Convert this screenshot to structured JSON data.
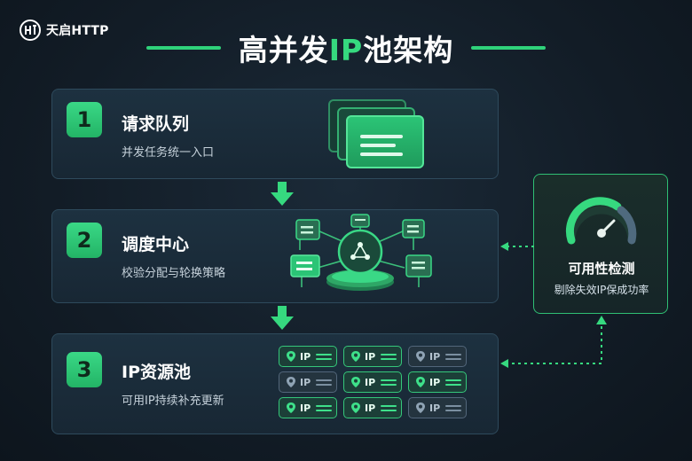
{
  "brand": {
    "name": "天启HTTP"
  },
  "header": {
    "title_main": "高并发",
    "title_highlight": "IP",
    "title_end": "池架构"
  },
  "steps": [
    {
      "number": "1",
      "title": "请求队列",
      "subtitle": "并发任务统一入口"
    },
    {
      "number": "2",
      "title": "调度中心",
      "subtitle": "校验分配与轮换策略"
    },
    {
      "number": "3",
      "title": "IP资源池",
      "subtitle": "可用IP持续补充更新"
    }
  ],
  "monitor": {
    "title": "可用性检测",
    "subtitle": "剔除失效IP保成功率"
  },
  "pool": {
    "label": "IP",
    "cells": [
      {
        "state": "active"
      },
      {
        "state": "active"
      },
      {
        "state": "inactive"
      },
      {
        "state": "inactive"
      },
      {
        "state": "active"
      },
      {
        "state": "active"
      },
      {
        "state": "active"
      },
      {
        "state": "active"
      },
      {
        "state": "inactive"
      }
    ]
  },
  "colors": {
    "accent": "#36d97f",
    "panel": "#1b2c3a",
    "background": "#121c26"
  }
}
